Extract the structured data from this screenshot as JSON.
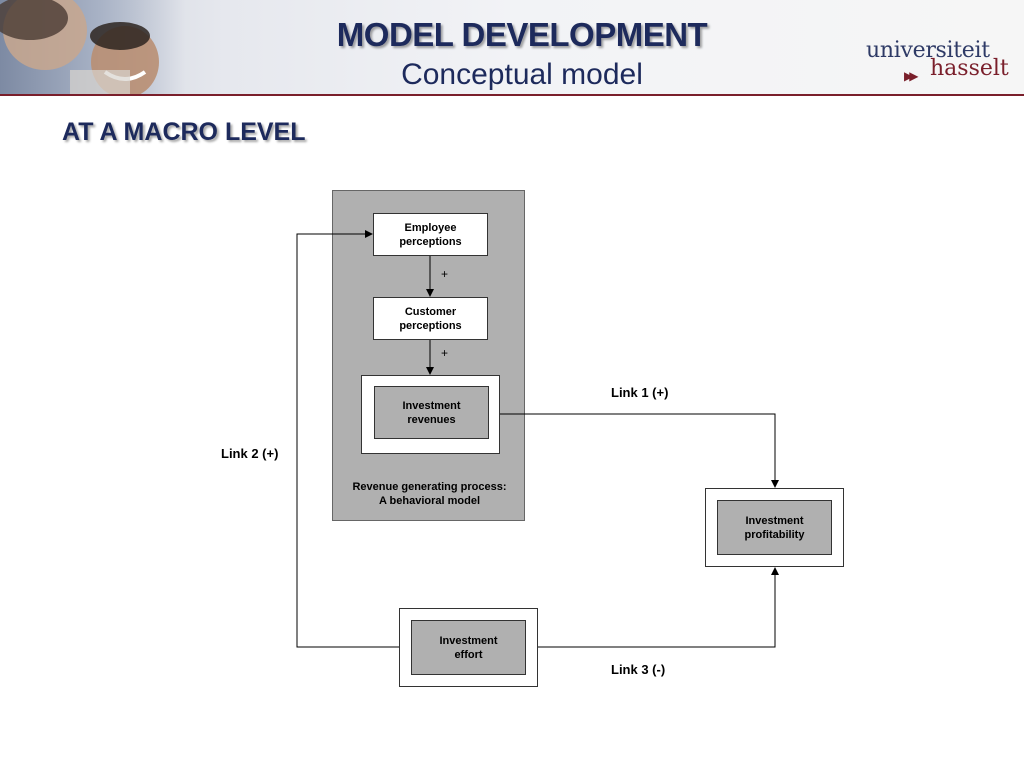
{
  "header": {
    "title": "MODEL DEVELOPMENT",
    "subtitle": "Conceptual model",
    "logo_top": "universiteit",
    "logo_bottom": "hasselt"
  },
  "section_title": "AT A MACRO LEVEL",
  "diagram": {
    "employee_perceptions": "Employee\nperceptions",
    "customer_perceptions": "Customer\nperceptions",
    "investment_revenues": "Investment\nrevenues",
    "investment_profitability": "Investment\nprofitability",
    "investment_effort": "Investment\neffort",
    "process_caption": "Revenue generating process:\nA behavioral model",
    "plus_1": "+",
    "plus_2": "+",
    "link_1": "Link 1 (+)",
    "link_2": "Link 2 (+)",
    "link_3": "Link 3 (-)"
  },
  "colors": {
    "accent_navy": "#1d2a5c",
    "accent_maroon": "#7a1f2b",
    "panel_grey": "#b0b0b0"
  }
}
